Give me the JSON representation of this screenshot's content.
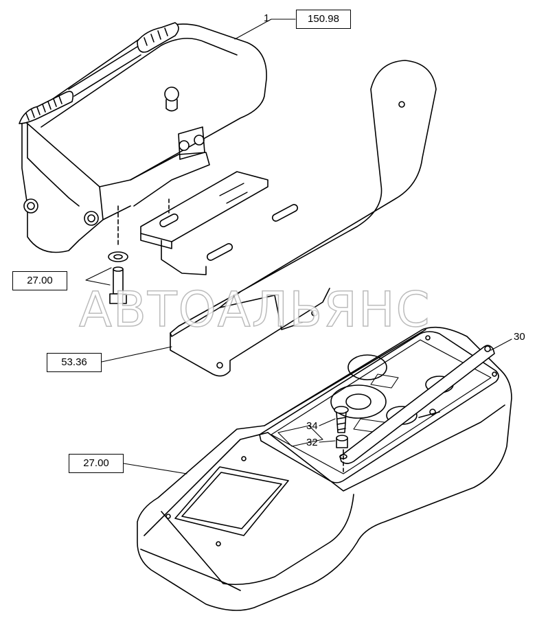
{
  "watermark": {
    "text": "АВТОАЛЬЯНС"
  },
  "references": [
    {
      "id": "ref-150-98",
      "label": "150.98"
    },
    {
      "id": "ref-27-00-bolt",
      "label": "27.00"
    },
    {
      "id": "ref-53-36",
      "label": "53.36"
    },
    {
      "id": "ref-27-00-console",
      "label": "27.00"
    }
  ],
  "callouts": [
    {
      "id": "item-1",
      "label": "1"
    },
    {
      "id": "item-30",
      "label": "30"
    },
    {
      "id": "item-34",
      "label": "34"
    },
    {
      "id": "item-32",
      "label": "32"
    }
  ]
}
